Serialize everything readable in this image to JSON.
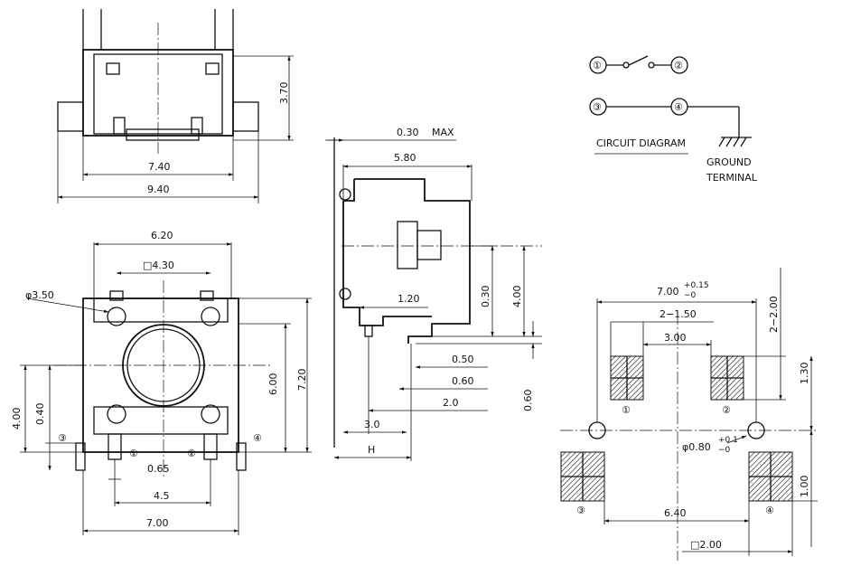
{
  "top_view": {
    "dim_height": "3.70",
    "dim_inner_width": "7.40",
    "dim_outer_width": "9.40"
  },
  "front_view": {
    "dim_top_width": "6.20",
    "dim_hole_spacing": "□4.30",
    "dim_hole_diameter": "φ3.50",
    "dim_height_outer": "7.20",
    "dim_height_inner": "6.00",
    "dim_side_left": "4.00",
    "dim_side_small": "0.40",
    "dim_pin_gap": "0.65",
    "dim_pin_span": "4.5",
    "dim_body_width": "7.00",
    "pin_labels": [
      "①",
      "②",
      "③",
      "④"
    ]
  },
  "side_view": {
    "dim_max": "0.30",
    "dim_max_label": "MAX",
    "dim_top": "5.80",
    "dim_lead": "1.20",
    "dim_a": "0.30",
    "dim_b": "4.00",
    "dim_c": "0.50",
    "dim_d": "0.60",
    "dim_e": "2.0",
    "dim_f": "3.0",
    "dim_g": "0.60",
    "dim_h_label": "H"
  },
  "circuit": {
    "nodes": [
      "①",
      "②",
      "③",
      "④"
    ],
    "caption": "CIRCUIT  DIAGRAM",
    "ground_line1": "GROUND",
    "ground_line2": "TERMINAL"
  },
  "footprint": {
    "dim_width_main": "7.00",
    "dim_tol_plus": "+0.15",
    "dim_tol_minus": "−0",
    "dim_pad_spacing": "2−1.50",
    "dim_inner_gap": "3.00",
    "dim_right_top": "2−2.00",
    "dim_right_mid": "1.30",
    "dim_hole": "φ0.80",
    "dim_hole_plus": "+0.1",
    "dim_hole_minus": "−0",
    "dim_right_low": "1.00",
    "dim_lower_span": "6.40",
    "dim_pad_size": "□2.00",
    "pad_labels": [
      "①",
      "②",
      "③",
      "④"
    ]
  }
}
